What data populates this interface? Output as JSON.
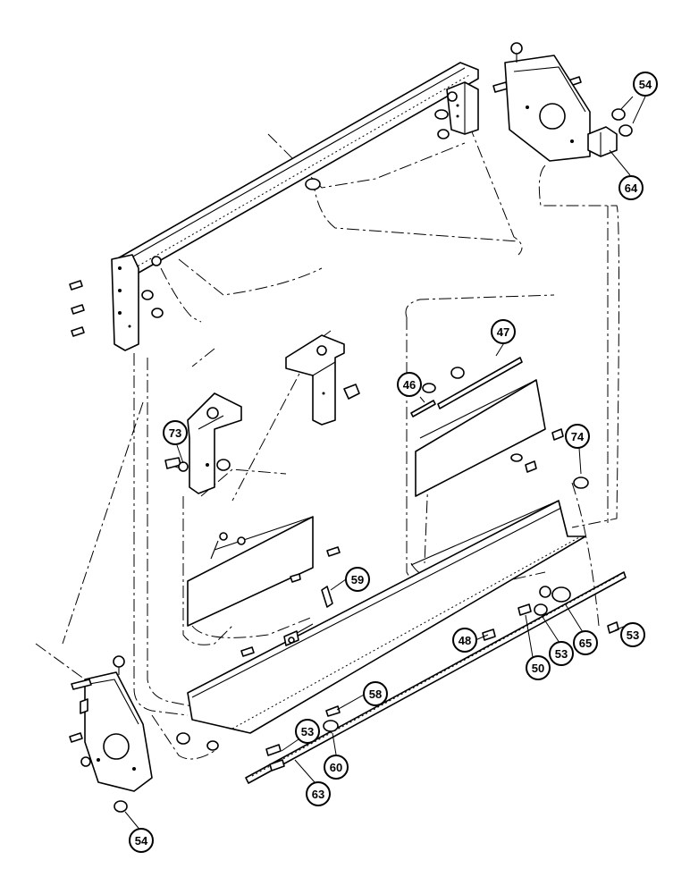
{
  "callouts": [
    {
      "id": "c46",
      "label": "46"
    },
    {
      "id": "c47",
      "label": "47"
    },
    {
      "id": "c48",
      "label": "48"
    },
    {
      "id": "c50",
      "label": "50"
    },
    {
      "id": "c53a",
      "label": "53"
    },
    {
      "id": "c53b",
      "label": "53"
    },
    {
      "id": "c53c",
      "label": "53"
    },
    {
      "id": "c54a",
      "label": "54"
    },
    {
      "id": "c54b",
      "label": "54"
    },
    {
      "id": "c58",
      "label": "58"
    },
    {
      "id": "c59",
      "label": "59"
    },
    {
      "id": "c60",
      "label": "60"
    },
    {
      "id": "c63",
      "label": "63"
    },
    {
      "id": "c64",
      "label": "64"
    },
    {
      "id": "c65",
      "label": "65"
    },
    {
      "id": "c73",
      "label": "73"
    },
    {
      "id": "c74",
      "label": "74"
    }
  ]
}
